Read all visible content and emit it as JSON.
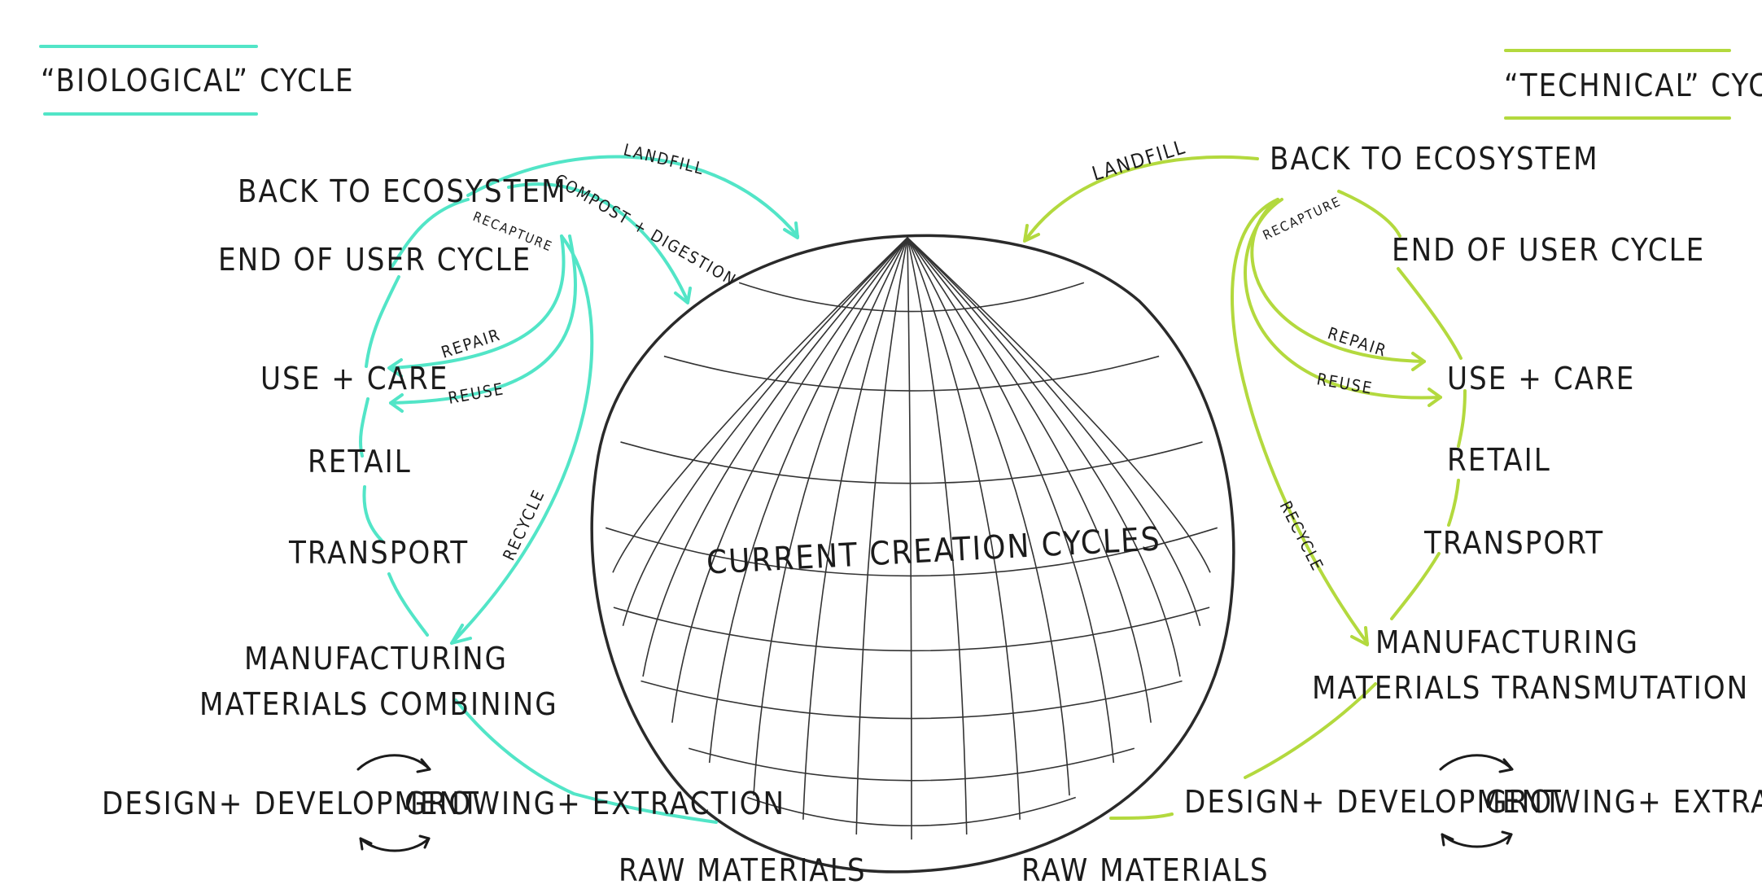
{
  "colors": {
    "biological": "#52e5c7",
    "technical": "#b3d93e",
    "ink": "#1b1b1b"
  },
  "center": {
    "label": "CURRENT CREATION CYCLES",
    "icon": "globe-icon"
  },
  "biological": {
    "title": "“BIOLOGICAL” CYCLE",
    "stages": {
      "back_to_ecosystem": "BACK TO ECOSYSTEM",
      "end_of_user_cycle": "END OF USER CYCLE",
      "use_care": "USE + CARE",
      "retail": "RETAIL",
      "transport": "TRANSPORT",
      "manufacturing": "MANUFACTURING",
      "materials": "MATERIALS COMBINING",
      "design": "DESIGN+ DEVELOPMENT",
      "growing": "GROWING+ EXTRACTION",
      "raw_materials": "RAW MATERIALS"
    },
    "paths": {
      "landfill": "LANDFILL",
      "compost": "COMPOST + DIGESTION",
      "recapture": "RECAPTURE",
      "repair": "REPAIR",
      "reuse": "REUSE",
      "recycle": "RECYCLE"
    }
  },
  "technical": {
    "title": "“TECHNICAL” CYCLE",
    "stages": {
      "back_to_ecosystem": "BACK TO ECOSYSTEM",
      "end_of_user_cycle": "END OF USER CYCLE",
      "use_care": "USE + CARE",
      "retail": "RETAIL",
      "transport": "TRANSPORT",
      "manufacturing": "MANUFACTURING",
      "materials": "MATERIALS TRANSMUTATION",
      "design": "DESIGN+ DEVELOPMENT",
      "growing": "GROWING+ EXTRACTION",
      "raw_materials": "RAW MATERIALS"
    },
    "paths": {
      "landfill": "LANDFILL",
      "recapture": "RECAPTURE",
      "repair": "REPAIR",
      "reuse": "REUSE",
      "recycle": "RECYCLE"
    }
  }
}
